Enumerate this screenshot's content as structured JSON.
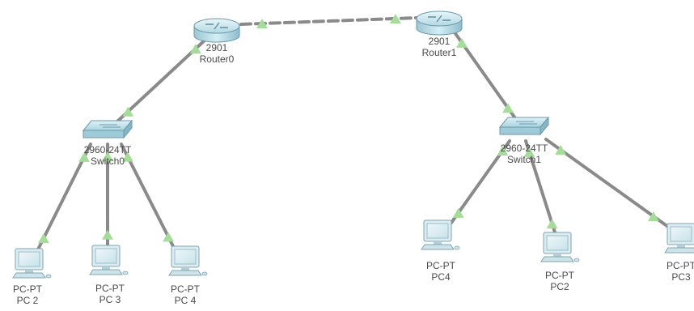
{
  "topology": {
    "devices": [
      {
        "id": "router0",
        "model": "2901",
        "name": "Router0",
        "kind": "router"
      },
      {
        "id": "router1",
        "model": "2901",
        "name": "Router1",
        "kind": "router"
      },
      {
        "id": "switch0",
        "model": "2960-24TT",
        "name": "Switch0",
        "kind": "switch"
      },
      {
        "id": "switch1",
        "model": "2960-24TT",
        "name": "Switch1",
        "kind": "switch"
      },
      {
        "id": "pc2_left",
        "model": "PC-PT",
        "name": "PC 2",
        "kind": "pc"
      },
      {
        "id": "pc3_left",
        "model": "PC-PT",
        "name": "PC 3",
        "kind": "pc"
      },
      {
        "id": "pc4_left",
        "model": "PC-PT",
        "name": "PC 4",
        "kind": "pc"
      },
      {
        "id": "pc4_right",
        "model": "PC-PT",
        "name": "PC4",
        "kind": "pc"
      },
      {
        "id": "pc2_right",
        "model": "PC-PT",
        "name": "PC2",
        "kind": "pc"
      },
      {
        "id": "pc3_right",
        "model": "PC-PT",
        "name": "PC3",
        "kind": "pc"
      }
    ],
    "links": [
      {
        "from": "router0",
        "to": "router1",
        "style": "dashed",
        "status": "up"
      },
      {
        "from": "router0",
        "to": "switch0",
        "style": "solid",
        "status": "up"
      },
      {
        "from": "router1",
        "to": "switch1",
        "style": "solid",
        "status": "up"
      },
      {
        "from": "switch0",
        "to": "pc2_left",
        "style": "solid",
        "status": "up"
      },
      {
        "from": "switch0",
        "to": "pc3_left",
        "style": "solid",
        "status": "up"
      },
      {
        "from": "switch0",
        "to": "pc4_left",
        "style": "solid",
        "status": "up"
      },
      {
        "from": "switch1",
        "to": "pc4_right",
        "style": "solid",
        "status": "up"
      },
      {
        "from": "switch1",
        "to": "pc2_right",
        "style": "solid",
        "status": "up"
      },
      {
        "from": "switch1",
        "to": "pc3_right",
        "style": "solid",
        "status": "up"
      }
    ]
  },
  "colors": {
    "link": "#8a8a8a",
    "link_up_marker": "#a6dc9a",
    "label_text": "#4a4a4a",
    "device_body": "#b9dce6",
    "device_edge": "#6c9aaa"
  }
}
